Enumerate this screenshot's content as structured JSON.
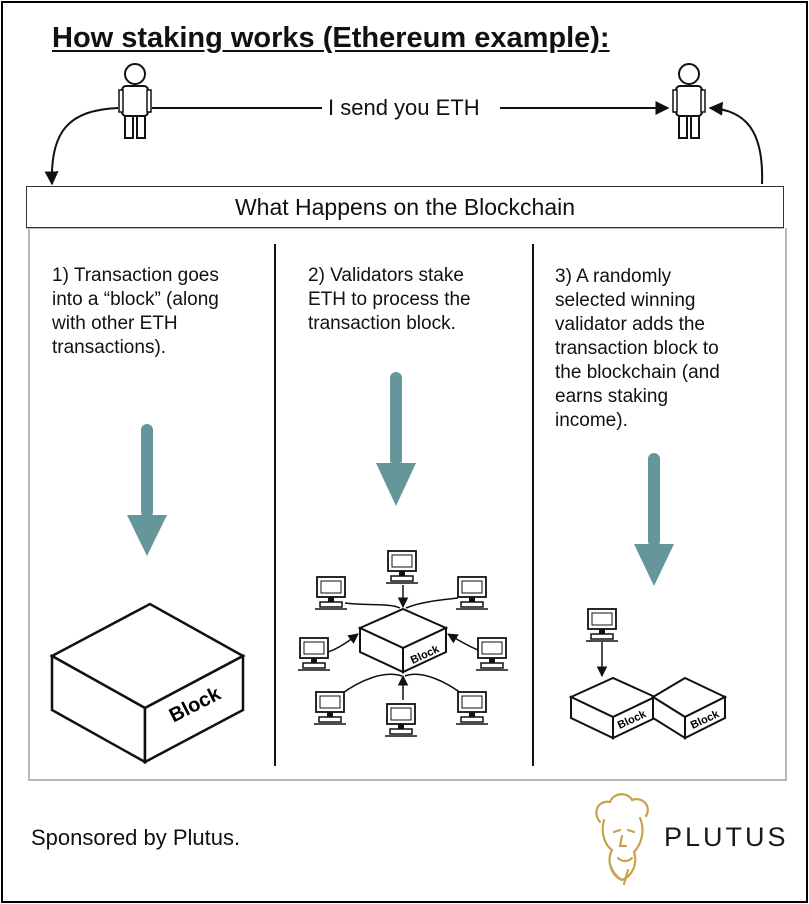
{
  "title": "How staking works (Ethereum example):",
  "transfer": {
    "label": "I send you ETH"
  },
  "blockchain": {
    "heading": "What Happens on the Blockchain"
  },
  "steps": [
    {
      "lines": [
        "1) Transaction goes",
        "into a “block” (along",
        "with other ETH",
        "transactions)."
      ]
    },
    {
      "lines": [
        "2) Validators stake",
        "ETH to process the",
        "transaction block."
      ]
    },
    {
      "lines": [
        "3) A randomly",
        "selected winning",
        "validator adds the",
        "transaction block to",
        "the blockchain (and",
        "earns staking",
        "income)."
      ]
    }
  ],
  "blocks": {
    "label": "Block"
  },
  "footer": {
    "sponsor": "Sponsored by Plutus.",
    "brand": "PLUTUS"
  },
  "colors": {
    "arrow": "#64969a",
    "logo": "#c9a24a",
    "ink": "#111111"
  },
  "icons": [
    "person-icon",
    "computer-icon",
    "block-icon",
    "plutus-logo-icon"
  ]
}
